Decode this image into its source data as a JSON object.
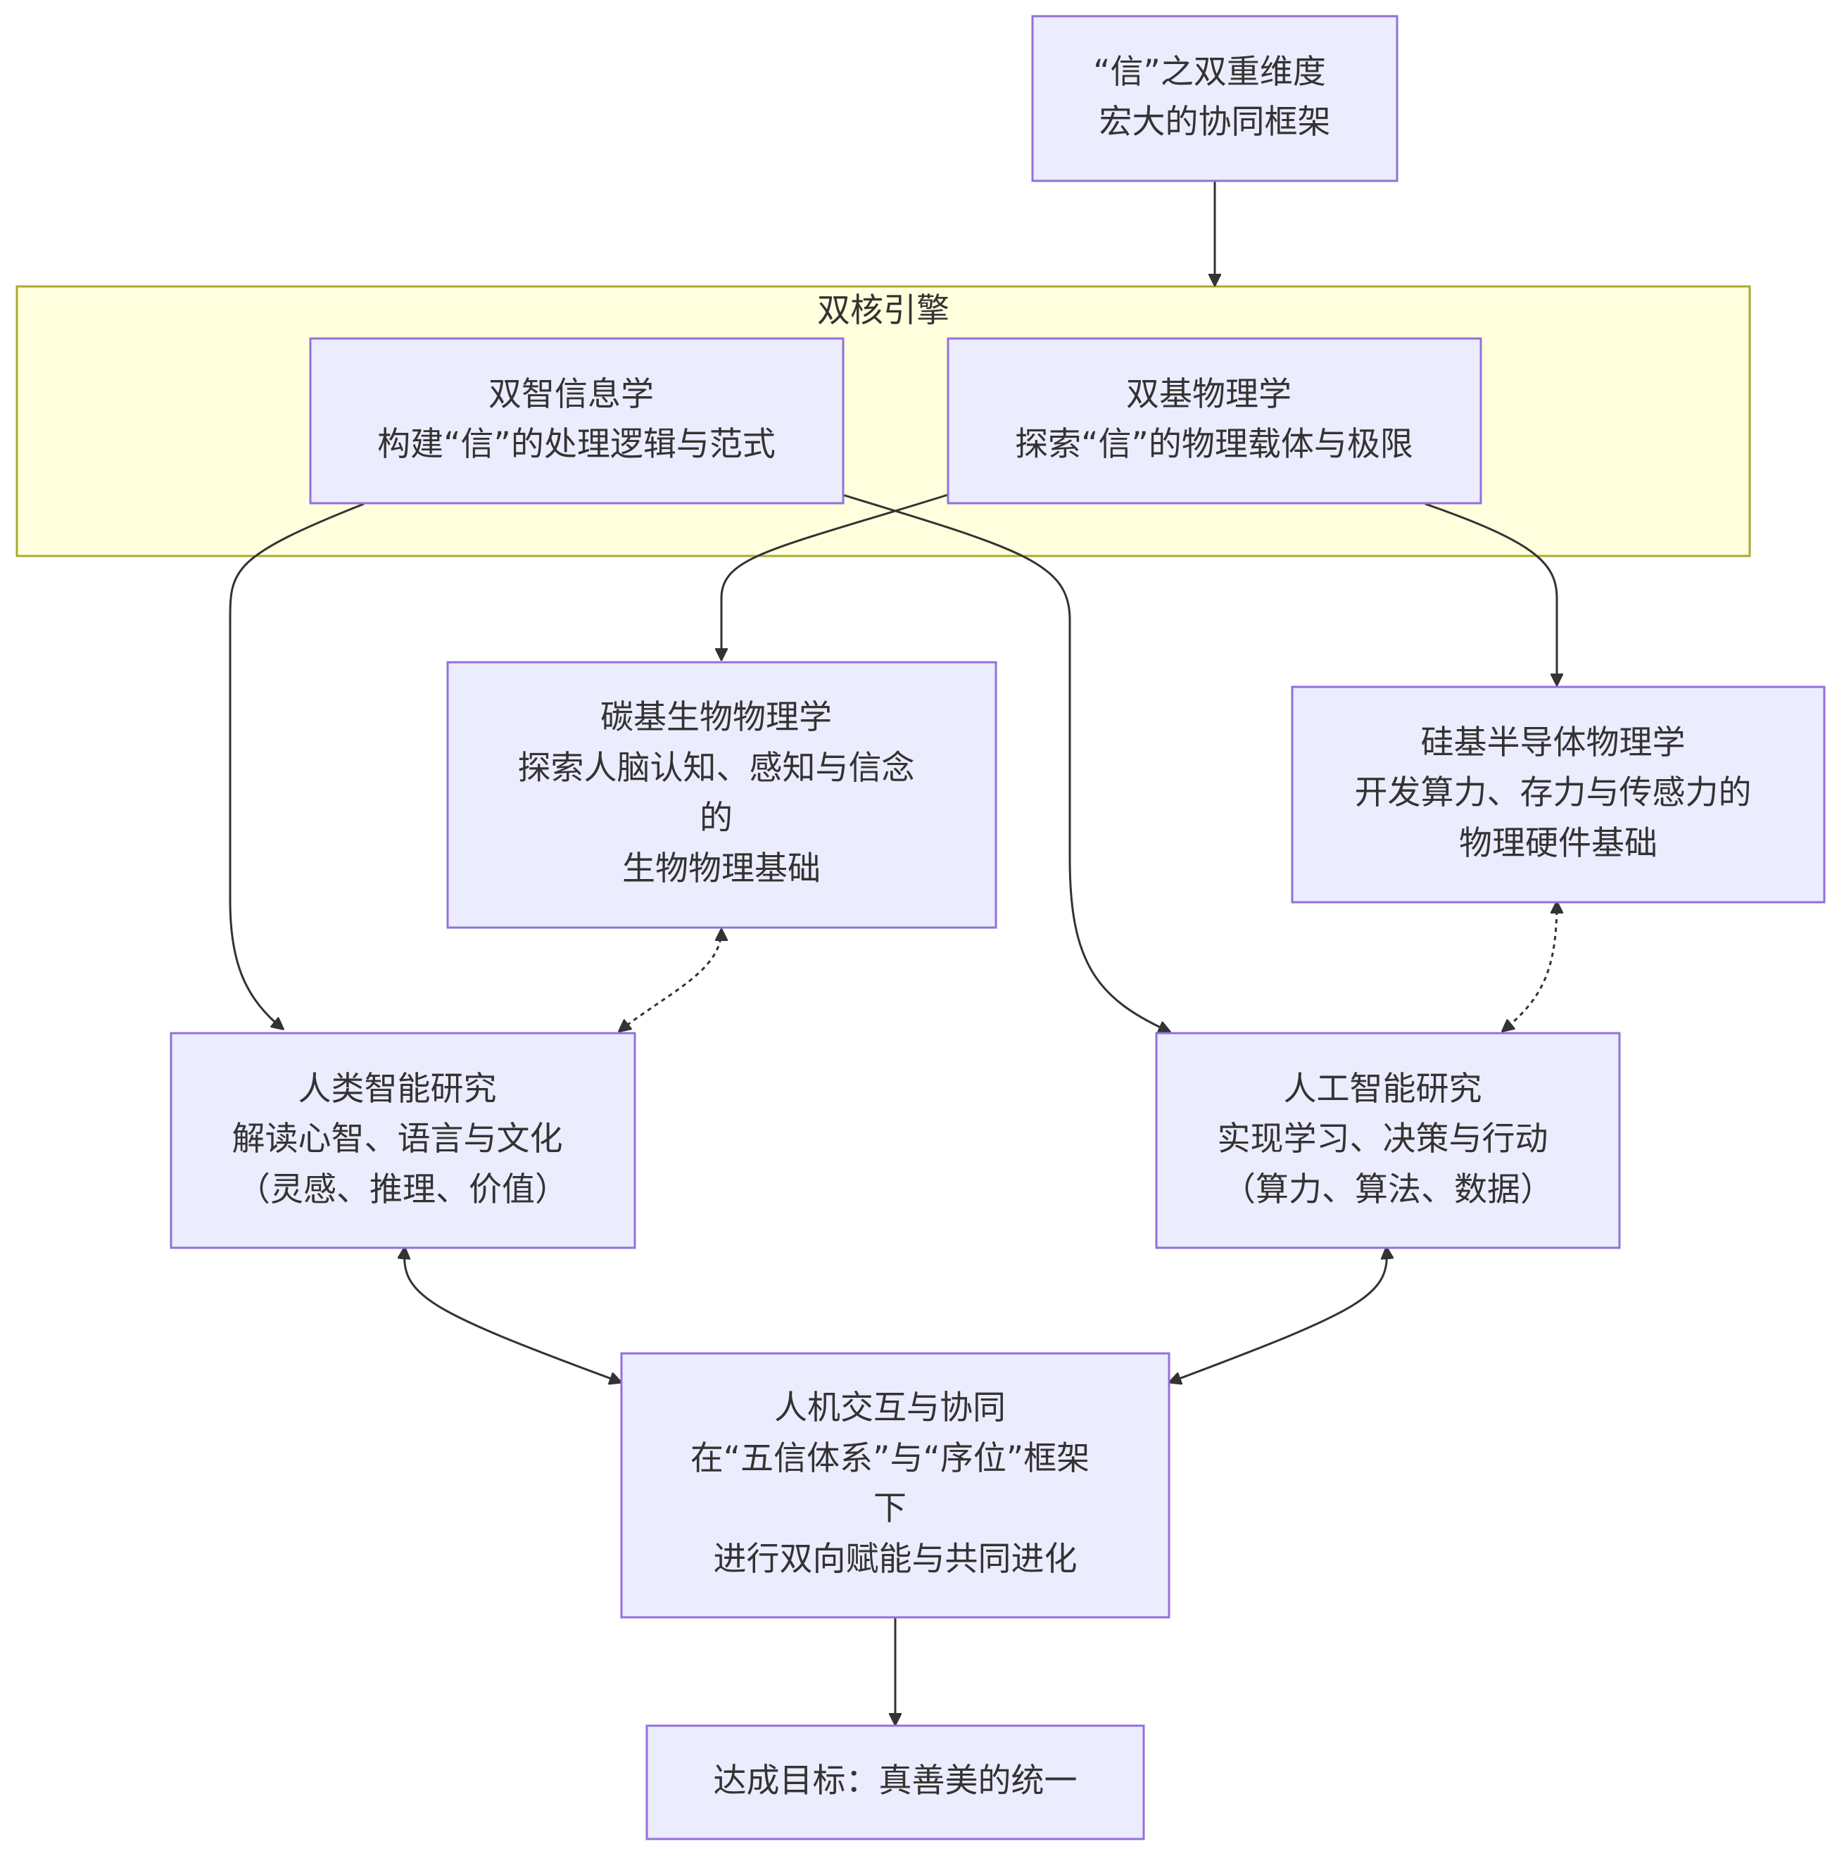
{
  "diagram": {
    "cluster": {
      "label": "双核引擎"
    },
    "nodes": {
      "dual_dimension": {
        "lines": [
          "“信”之双重维度",
          "宏大的协同框架"
        ]
      },
      "dual_intelligence": {
        "lines": [
          "双智信息学",
          "构建“信”的处理逻辑与范式"
        ]
      },
      "dual_base_physics": {
        "lines": [
          "双基物理学",
          "探索“信”的物理载体与极限"
        ]
      },
      "carbon_biophysics": {
        "lines": [
          "碳基生物物理学",
          "探索人脑认知、感知与信念",
          "的",
          "生物物理基础"
        ]
      },
      "silicon_physics": {
        "lines": [
          "硅基半导体物理学",
          "开发算力、存力与传感力的",
          "物理硬件基础"
        ]
      },
      "human_intelligence": {
        "lines": [
          "人类智能研究",
          "解读心智、语言与文化",
          "（灵感、推理、价值）"
        ]
      },
      "artificial_intelligence": {
        "lines": [
          "人工智能研究",
          "实现学习、决策与行动",
          "（算力、算法、数据）"
        ]
      },
      "human_machine": {
        "lines": [
          "人机交互与协同",
          "在“五信体系”与“序位”框架",
          "下",
          "进行双向赋能与共同进化"
        ]
      },
      "goal": {
        "lines": [
          "达成目标：真善美的统一"
        ]
      }
    },
    "edges": [
      {
        "from": "dual_dimension",
        "to": "cluster",
        "style": "solid",
        "direction": "forward"
      },
      {
        "from": "dual_intelligence",
        "to": "human_intelligence",
        "style": "solid",
        "direction": "forward"
      },
      {
        "from": "dual_intelligence",
        "to": "artificial_intelligence",
        "style": "solid",
        "direction": "forward"
      },
      {
        "from": "dual_base_physics",
        "to": "carbon_biophysics",
        "style": "solid",
        "direction": "forward"
      },
      {
        "from": "dual_base_physics",
        "to": "silicon_physics",
        "style": "solid",
        "direction": "forward"
      },
      {
        "from": "carbon_biophysics",
        "to": "human_intelligence",
        "style": "dotted",
        "direction": "both"
      },
      {
        "from": "silicon_physics",
        "to": "artificial_intelligence",
        "style": "dotted",
        "direction": "both"
      },
      {
        "from": "human_intelligence",
        "to": "human_machine",
        "style": "solid",
        "direction": "both"
      },
      {
        "from": "artificial_intelligence",
        "to": "human_machine",
        "style": "solid",
        "direction": "both"
      },
      {
        "from": "human_machine",
        "to": "goal",
        "style": "solid",
        "direction": "forward"
      }
    ]
  }
}
